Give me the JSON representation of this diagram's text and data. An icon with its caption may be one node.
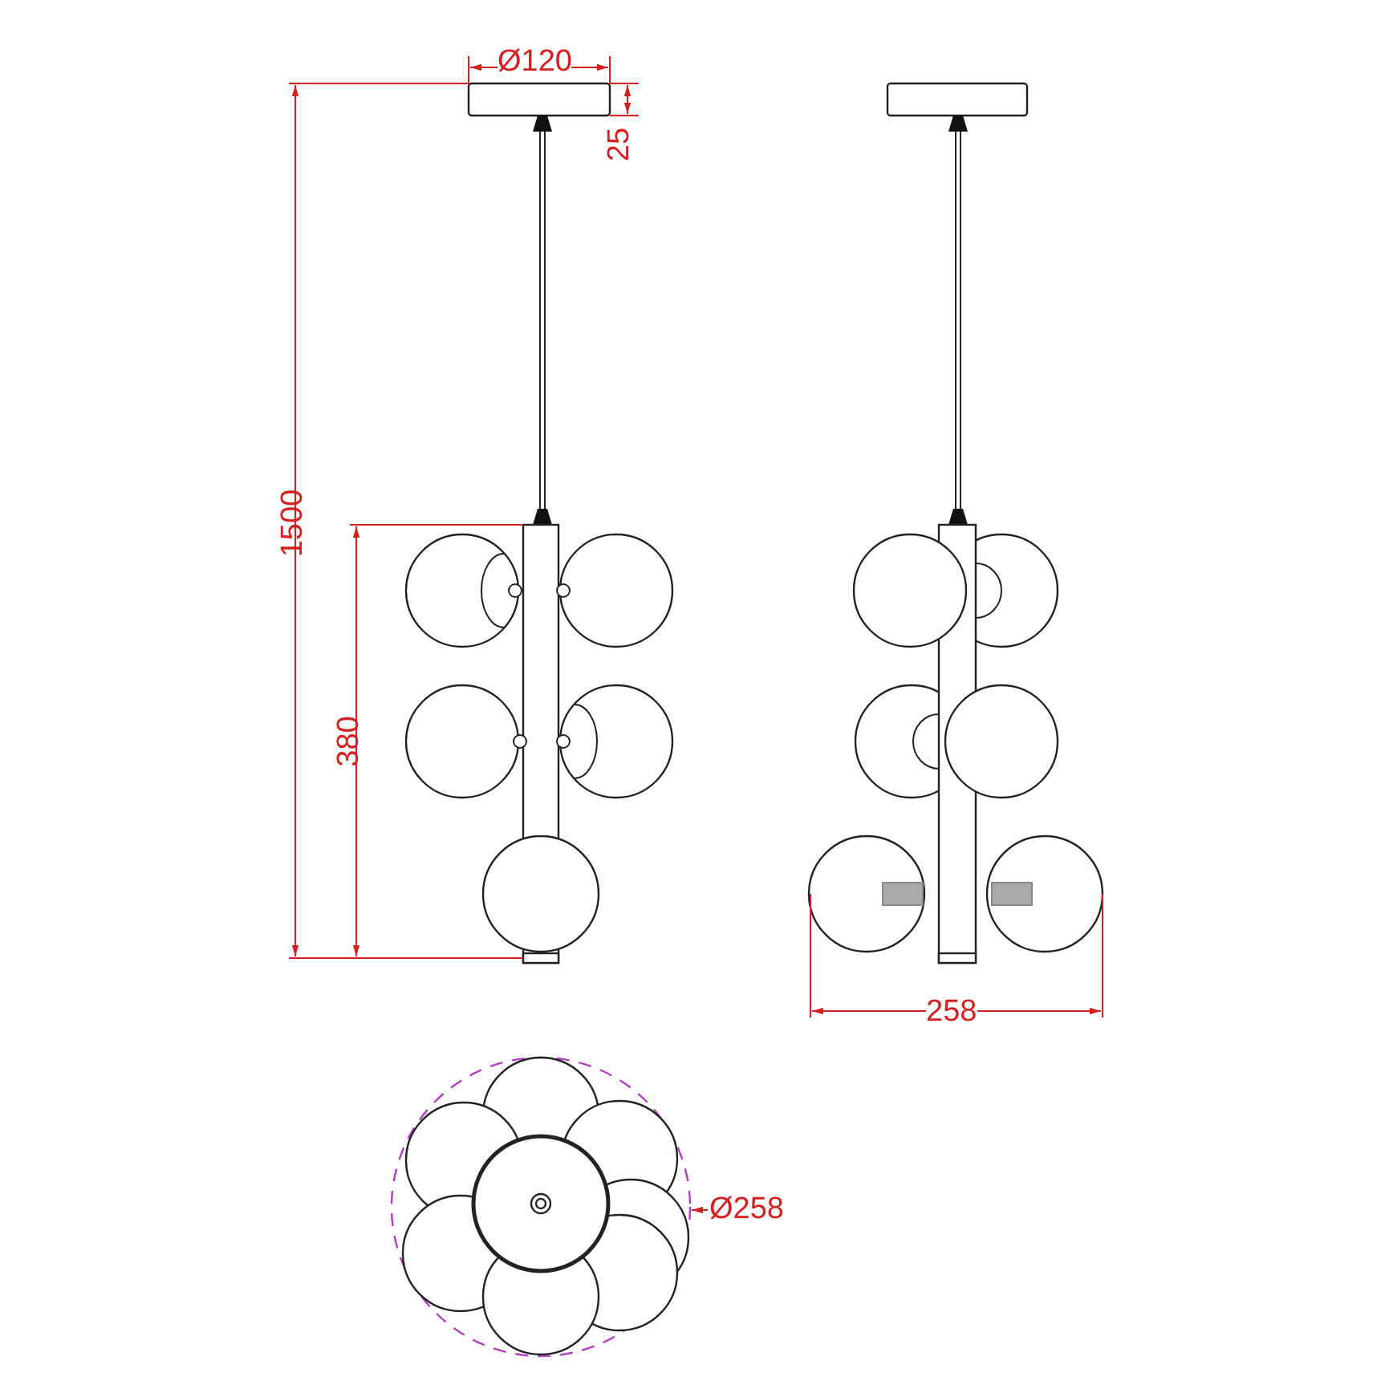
{
  "diagram": {
    "labels": [
      "Ø120",
      "25",
      "1500",
      "380",
      "258",
      "Ø258"
    ]
  }
}
